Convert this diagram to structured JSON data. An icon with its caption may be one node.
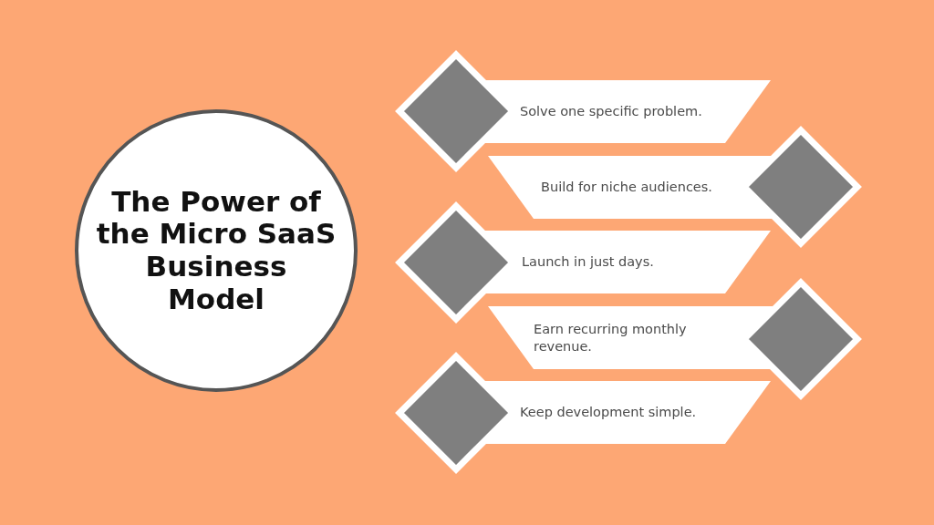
{
  "diagram": {
    "nodes": [
      {
        "text": [
          "The Power of the Micro SaaS Business Model"
        ]
      },
      {
        "text": [
          "Solve one specific problem."
        ]
      },
      {
        "text": [
          "Build for niche audiences."
        ]
      },
      {
        "text": [
          "Launch in just days."
        ]
      },
      {
        "text": [
          "Earn recurring monthly revenue."
        ]
      },
      {
        "text": [
          "Keep development simple."
        ]
      },
      {
        "text": [],
        "shape": "diamond"
      },
      {
        "text": [],
        "shape": "diamond"
      },
      {
        "text": [],
        "shape": "diamond"
      },
      {
        "text": [],
        "shape": "diamond"
      },
      {
        "text": [],
        "shape": "diamond"
      }
    ]
  }
}
